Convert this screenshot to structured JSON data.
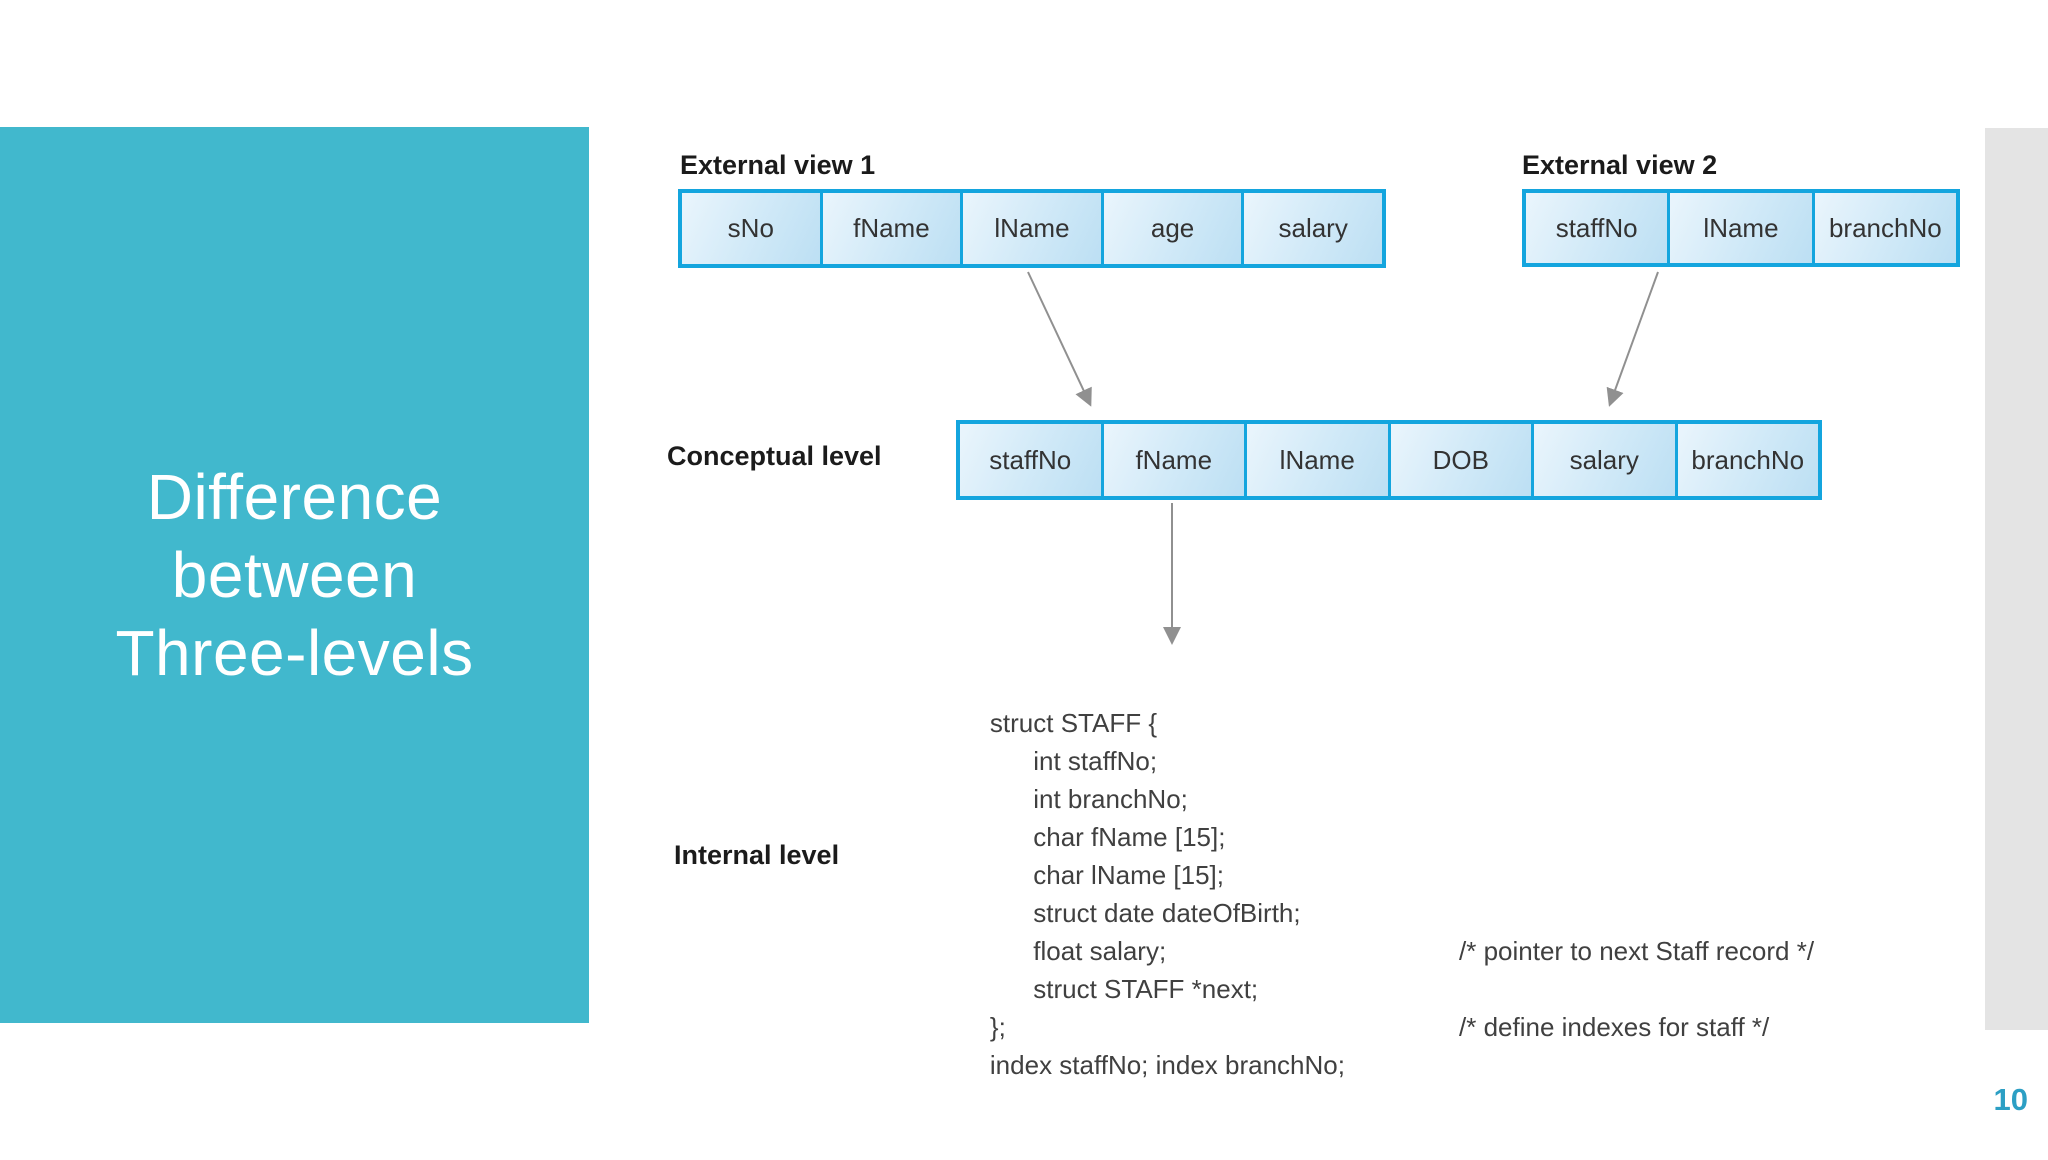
{
  "slide": {
    "title_lines": [
      "Difference",
      "between",
      "Three-levels"
    ],
    "page_number": "10"
  },
  "diagram": {
    "external_view_1": {
      "label": "External view 1",
      "cells": [
        "sNo",
        "fName",
        "lName",
        "age",
        "salary"
      ]
    },
    "external_view_2": {
      "label": "External view 2",
      "cells": [
        "staffNo",
        "lName",
        "branchNo"
      ]
    },
    "conceptual_level": {
      "label": "Conceptual level",
      "cells": [
        "staffNo",
        "fName",
        "lName",
        "DOB",
        "salary",
        "branchNo"
      ]
    },
    "internal_level": {
      "label": "Internal level",
      "code_lines": [
        {
          "text": "struct STAFF {",
          "comment": ""
        },
        {
          "text": "      int staffNo;",
          "comment": ""
        },
        {
          "text": "      int branchNo;",
          "comment": ""
        },
        {
          "text": "      char fName [15];",
          "comment": ""
        },
        {
          "text": "      char lName [15];",
          "comment": ""
        },
        {
          "text": "      struct date dateOfBirth;",
          "comment": ""
        },
        {
          "text": "      float salary;",
          "comment": ""
        },
        {
          "text": "      struct STAFF *next;",
          "comment": "/* pointer to next Staff record */"
        },
        {
          "text": "};",
          "comment": ""
        },
        {
          "text": "index staffNo; index branchNo;",
          "comment": "/* define indexes for staff */"
        }
      ]
    }
  },
  "colors": {
    "panel_teal": "#41B8CD",
    "table_border_blue": "#14A5DE",
    "cell_fill_light": "#EAF5FC",
    "cell_fill_dark": "#BCDFF3",
    "arrow_gray": "#909090",
    "side_strip_gray": "#E4E4E4",
    "page_number_teal": "#2C9FC4"
  }
}
